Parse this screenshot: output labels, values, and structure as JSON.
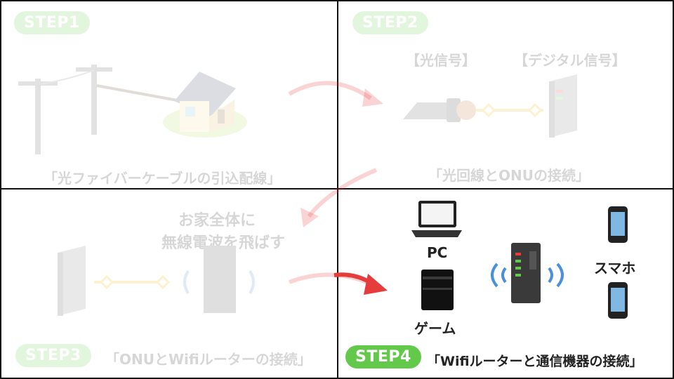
{
  "steps": [
    {
      "badge": "STEP1",
      "caption": "「光ファイバーケーブルの引込配線」"
    },
    {
      "badge": "STEP2",
      "caption": "「光回線とONUの接続」",
      "label_optical": "【光信号】",
      "label_digital": "【デジタル信号】"
    },
    {
      "badge": "STEP3",
      "caption": "「ONUとWifiルーターの接続」",
      "note_line1": "お家全体に",
      "note_line2": "無線電波を飛ばす"
    },
    {
      "badge": "STEP4",
      "caption": "「Wifiルーターと通信機器の接続」",
      "pc_label": "PC",
      "game_label": "ゲーム",
      "phone_label": "スマホ"
    }
  ],
  "colors": {
    "badge": "#62c94a",
    "arrow": "#e63c3c",
    "wire": "#f2b800",
    "wave": "#4a90d9"
  }
}
